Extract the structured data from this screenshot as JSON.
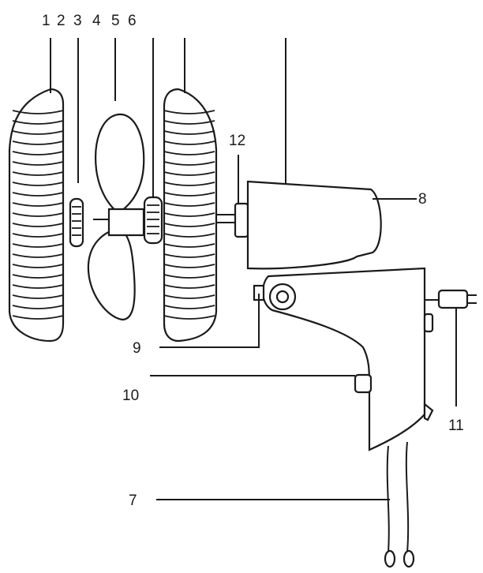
{
  "labels": {
    "l1": "1",
    "l2": "2",
    "l3": "3",
    "l4": "4",
    "l5": "5",
    "l6": "6",
    "l7": "7",
    "l8": "8",
    "l9": "9",
    "l10": "10",
    "l11": "11",
    "l12": "12"
  },
  "colors": {
    "ink": "#1a1a1a",
    "paper": "#ffffff"
  }
}
